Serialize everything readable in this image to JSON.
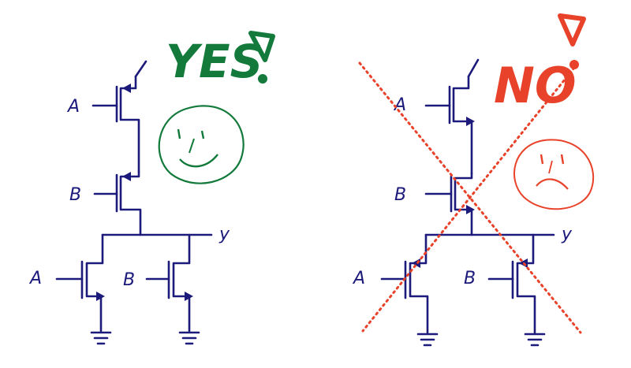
{
  "colors": {
    "ink": "#1c1a7a",
    "good": "#137a3c",
    "bad": "#e8432a",
    "background": "#ffffff"
  },
  "left_circuit": {
    "verdict": "YES",
    "face": "smiley-face-icon",
    "labels": {
      "pmos_a": "A",
      "pmos_b": "B",
      "output": "y",
      "nmos_a": "A",
      "nmos_b": "B"
    }
  },
  "right_circuit": {
    "verdict": "NO",
    "face": "frowny-face-icon",
    "labels": {
      "nmos_a": "A",
      "nmos_b": "B",
      "output": "y",
      "pmos_a": "A",
      "pmos_b": "B"
    }
  }
}
